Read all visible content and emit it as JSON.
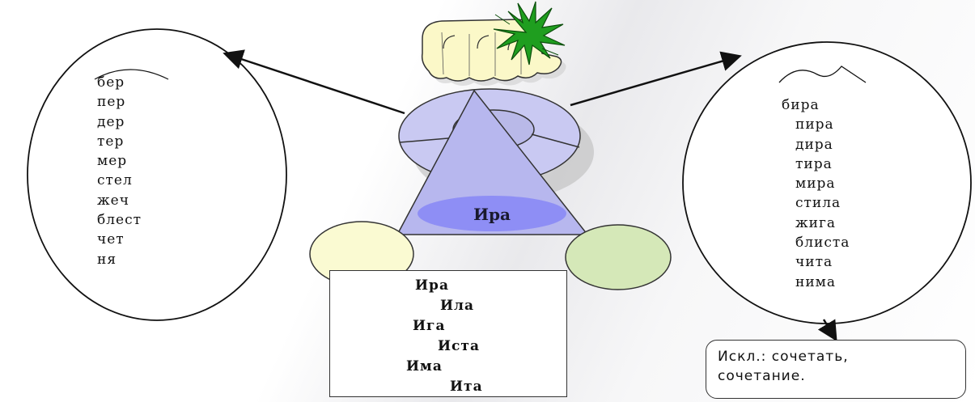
{
  "left_oval": {
    "words": [
      "бер",
      "пер",
      "дер",
      "тер",
      "мер",
      "стел",
      "жеч",
      "блест",
      "чет",
      "ня"
    ]
  },
  "right_oval": {
    "words": [
      "бира",
      "пира",
      "дира",
      "тира",
      "мира",
      "стила",
      "жига",
      "блиста",
      "чита",
      "нима"
    ]
  },
  "triangle": {
    "label": "Ира"
  },
  "center_box": {
    "words": [
      "Ира",
      "Ила",
      "Ига",
      "Иста",
      "Има",
      "Ита"
    ]
  },
  "exception_note": {
    "line1": "Искл.: сочетать,",
    "line2": "сочетание."
  },
  "colors": {
    "disc": "#c9c9f2",
    "triangle": "#b7b7ee",
    "inner_oval": "#8e8ef5",
    "left_small_oval": "#fafad2",
    "right_small_oval": "#d5e8b8",
    "crown": "#fbf8c8",
    "palm": "#1f9e1f"
  },
  "icons": [
    "palm-tree-icon",
    "crown-icon"
  ]
}
